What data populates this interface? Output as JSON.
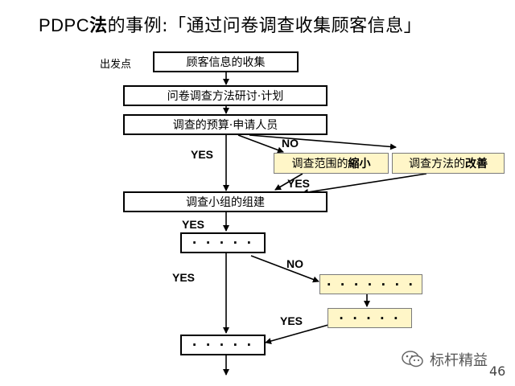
{
  "title": {
    "part_a": "PDPC",
    "part_b": "法",
    "part_c": "的事例:",
    "part_d": "「通过问卷调查收集顾客信息」"
  },
  "start_label": "出发点",
  "nodes": {
    "collect": "顾客信息的收集",
    "plan": "问卷调查方法研讨·计划",
    "budget": "调查的预算·申请人员",
    "narrow_prefix": "调查范围的",
    "narrow_bold": "縮小",
    "improve_prefix": "调查方法的",
    "improve_bold": "改善",
    "team": "调查小组的组建",
    "step1": "· · · · ·",
    "step2": "· · · · · · ·",
    "step3": "· · · · ·",
    "step4": "· · · · ·"
  },
  "edge_labels": {
    "yes1": "YES",
    "no1": "NO",
    "yes2": "YES",
    "yes3": "YES",
    "yes4": "YES",
    "no2": "NO",
    "yes5": "YES"
  },
  "watermark": {
    "text": "标杆精益",
    "icon": "wechat-icon"
  },
  "page_number": "46",
  "colors": {
    "alt_fill": "#fff6c8",
    "line": "#000000"
  }
}
